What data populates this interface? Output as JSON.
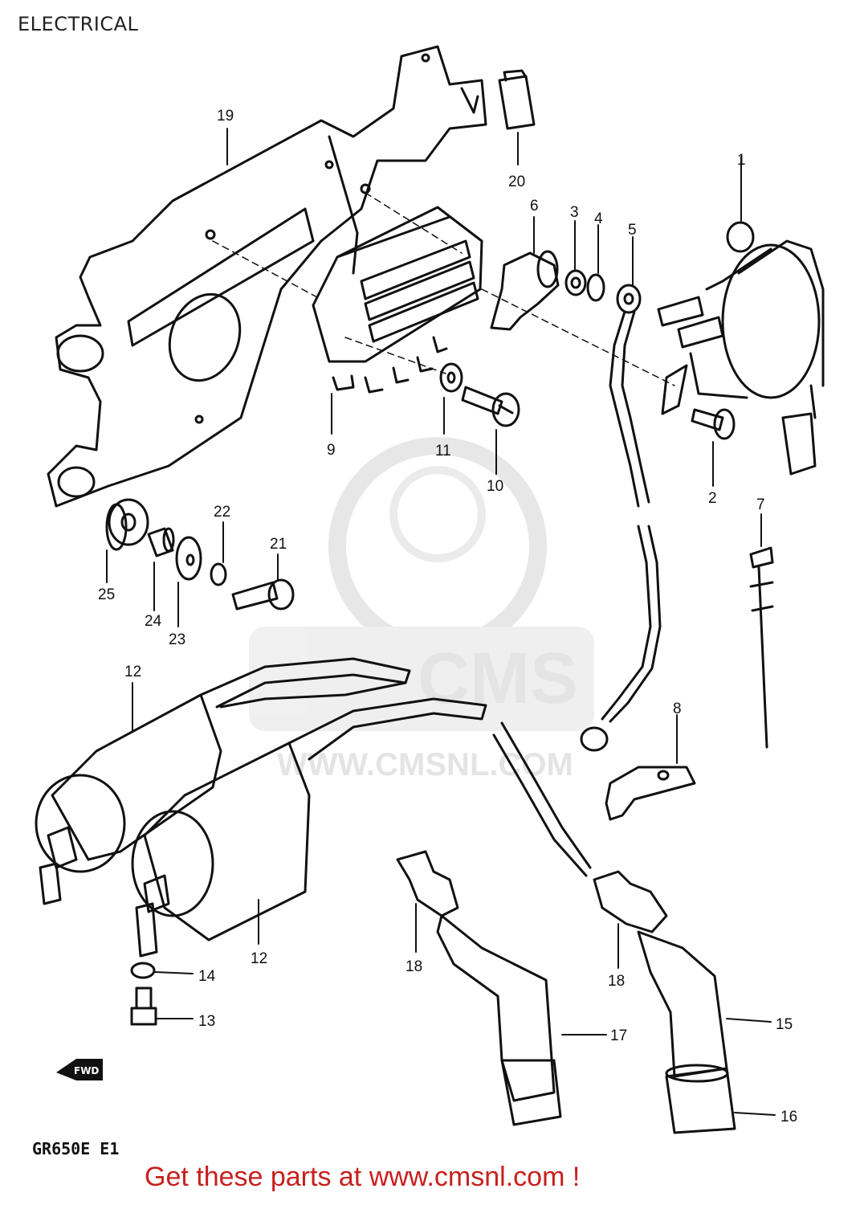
{
  "page": {
    "title": "ELECTRICAL",
    "model_code": "GR650E  E1",
    "promo_text": "Get these parts at www.cmsnl.com !"
  },
  "watermark": {
    "brand": "CMS",
    "url": "WWW.CMSNL.COM"
  },
  "fwd_label": "FWD",
  "callouts": {
    "c1": "1",
    "c2": "2",
    "c3": "3",
    "c4": "4",
    "c5": "5",
    "c6": "6",
    "c7": "7",
    "c8": "8",
    "c9": "9",
    "c10": "10",
    "c11": "11",
    "c12a": "12",
    "c12b": "12",
    "c13": "13",
    "c14": "14",
    "c15": "15",
    "c16": "16",
    "c17": "17",
    "c18a": "18",
    "c18b": "18",
    "c19": "19",
    "c20": "20",
    "c21": "21",
    "c22": "22",
    "c23": "23",
    "c24": "24",
    "c25": "25"
  }
}
